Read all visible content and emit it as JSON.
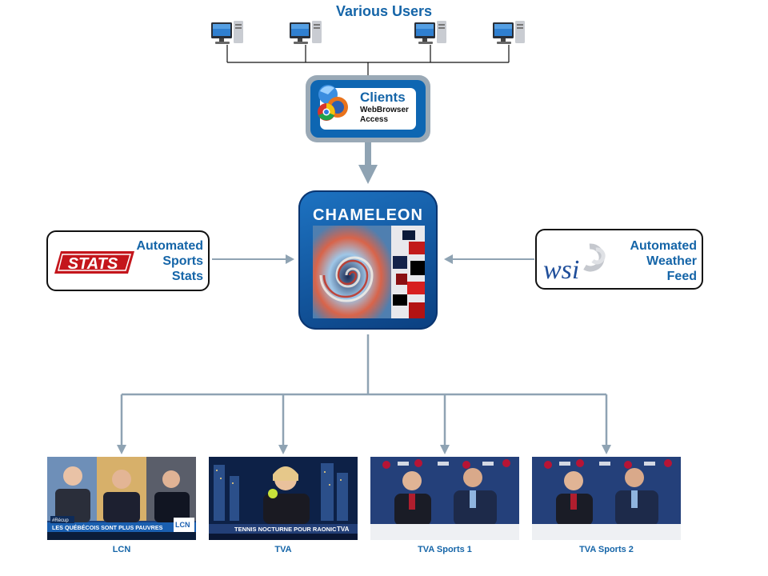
{
  "header": {
    "title": "Various Users"
  },
  "clients": {
    "title": "Clients",
    "subtitle_line1": "WebBrowser",
    "subtitle_line2": "Access",
    "icon": "browser-logos-icon"
  },
  "hub": {
    "title": "CHAMELEON"
  },
  "inputs": {
    "left": {
      "logo_text": "STATS",
      "line1": "Automated",
      "line2": "Sports",
      "line3": "Stats"
    },
    "right": {
      "logo_text": "wsi",
      "line1": "Automated",
      "line2": "Weather",
      "line3": "Feed"
    }
  },
  "outputs": [
    {
      "label": "LCN",
      "ticker": "LES QUÉBÉCOIS SONT PLUS PAUVRES",
      "tag": "#Récup",
      "bug": "LCN"
    },
    {
      "label": "TVA",
      "ticker": "TENNIS NOCTURNE POUR RAONIC",
      "bug": "TVA"
    },
    {
      "label": "TVA Sports 1"
    },
    {
      "label": "TVA Sports 2"
    }
  ],
  "colors": {
    "accent": "#1565a8",
    "connector": "#8fa3b3",
    "clients_border": "#9aa9b6",
    "hub_blue": "#0e66b2"
  }
}
